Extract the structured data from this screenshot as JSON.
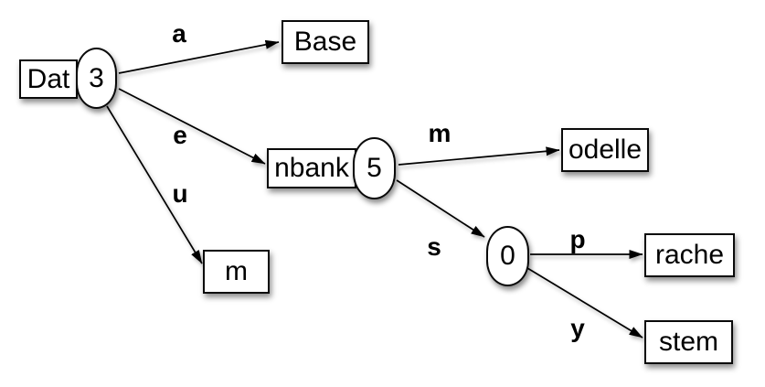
{
  "diagram": {
    "kind": "trie",
    "colors": {
      "background": "#ffffff",
      "node_fill": "#ffffff",
      "stroke": "#000000"
    },
    "nodes": {
      "root": {
        "prefix": "Dat",
        "count": "3"
      },
      "base": {
        "label": "Base"
      },
      "nbank": {
        "prefix": "nbank",
        "count": "5"
      },
      "m": {
        "label": "m"
      },
      "odelle": {
        "label": "odelle"
      },
      "zero": {
        "count": "0"
      },
      "rache": {
        "label": "rache"
      },
      "stem": {
        "label": "stem"
      }
    },
    "edges": {
      "a": {
        "label": "a"
      },
      "e": {
        "label": "e"
      },
      "u": {
        "label": "u"
      },
      "m": {
        "label": "m"
      },
      "s": {
        "label": "s"
      },
      "p": {
        "label": "p"
      },
      "y": {
        "label": "y"
      }
    }
  }
}
